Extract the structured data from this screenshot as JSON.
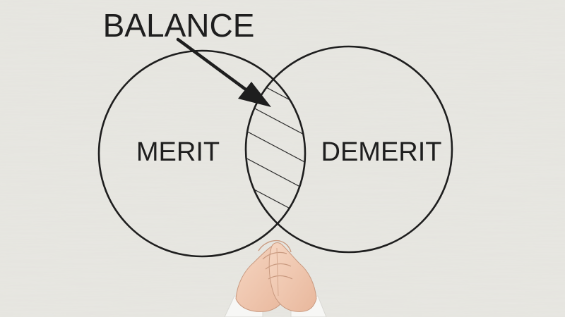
{
  "diagram": {
    "callout_label": "BALANCE",
    "left_set_label": "MERIT",
    "right_set_label": "DEMERIT"
  },
  "colors": {
    "background": "#e8e7e2",
    "ink": "#1e1e1e",
    "skin": "#f0c7ad",
    "sleeve": "#f7f7f5"
  },
  "icons": {
    "callout_pointer": "arrow-icon",
    "bottom_photo": "clasped-hands-icon"
  }
}
